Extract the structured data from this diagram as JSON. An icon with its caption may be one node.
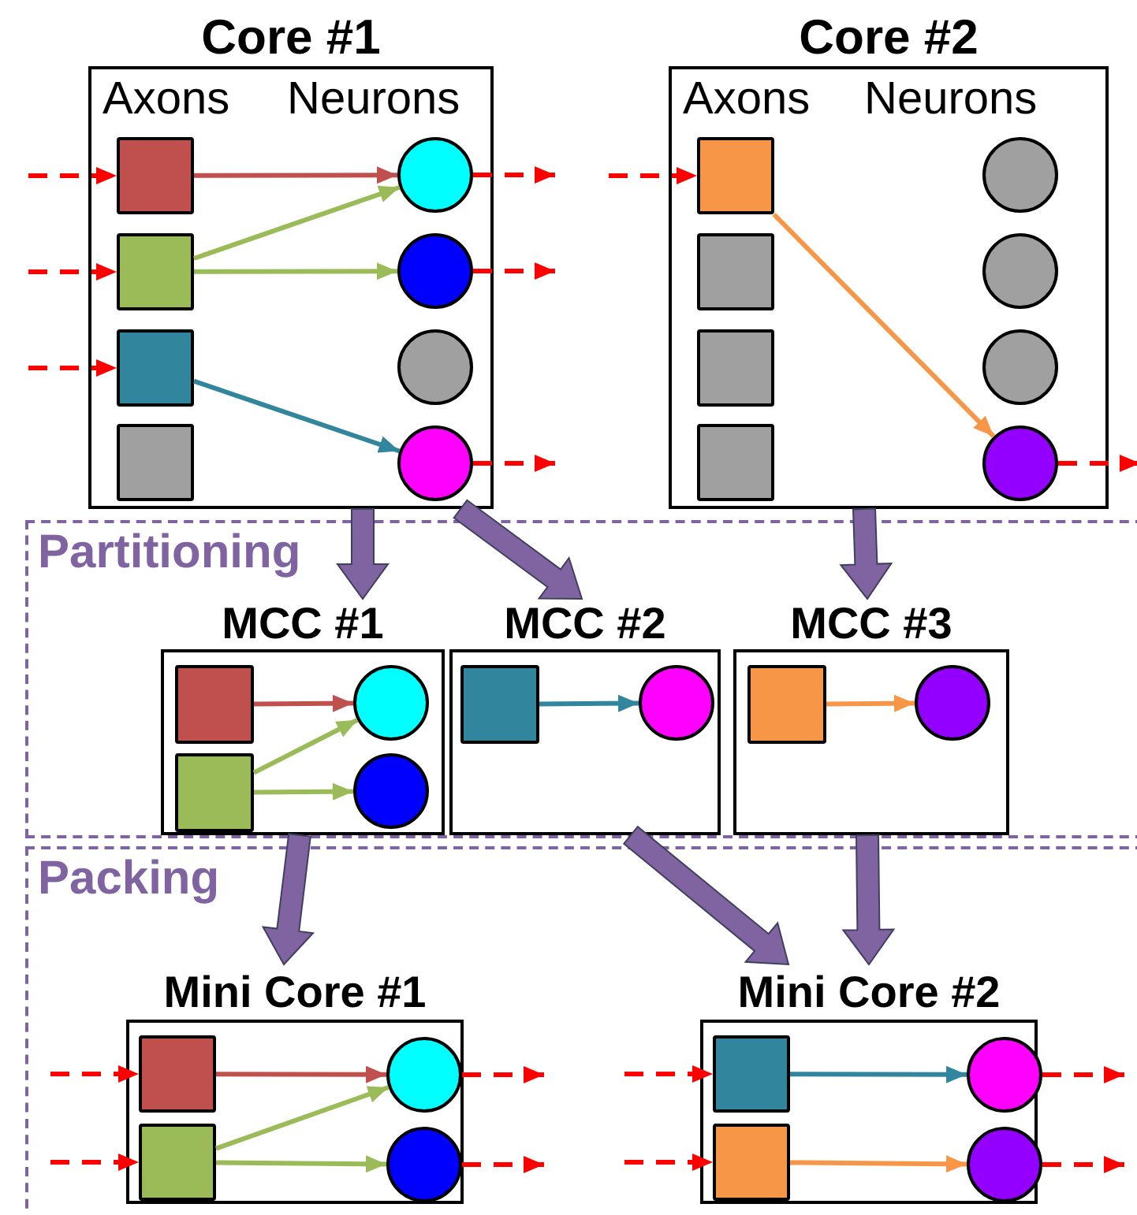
{
  "diagram": {
    "nodes": [
      {
        "text": [
          "Core #1",
          "Axons",
          "Neurons"
        ]
      },
      {
        "text": [],
        "shape": "box",
        "in": 0
      },
      {
        "text": [],
        "shape": "box",
        "in": 0
      },
      {
        "text": [],
        "shape": "box",
        "in": 0
      },
      {
        "text": [],
        "shape": "box",
        "in": 0
      },
      {
        "text": [],
        "shape": "circle",
        "in": 0
      },
      {
        "text": [],
        "shape": "circle",
        "in": 0
      },
      {
        "text": [],
        "shape": "circle",
        "in": 0
      },
      {
        "text": [],
        "shape": "circle",
        "in": 0
      },
      {
        "text": [
          "Core #2",
          "Axons",
          "Neurons"
        ]
      },
      {
        "text": [],
        "shape": "box",
        "in": 9
      },
      {
        "text": [],
        "shape": "box",
        "in": 9
      },
      {
        "text": [],
        "shape": "box",
        "in": 9
      },
      {
        "text": [],
        "shape": "box",
        "in": 9
      },
      {
        "text": [],
        "shape": "circle",
        "in": 9
      },
      {
        "text": [],
        "shape": "circle",
        "in": 9
      },
      {
        "text": [],
        "shape": "circle",
        "in": 9
      },
      {
        "text": [],
        "shape": "circle",
        "in": 9
      },
      {
        "text": [
          "Partitioning"
        ]
      },
      {
        "text": [
          "MCC #1"
        ],
        "in": 18
      },
      {
        "text": [],
        "shape": "box",
        "in": 19
      },
      {
        "text": [],
        "shape": "box",
        "in": 19
      },
      {
        "text": [],
        "shape": "circle",
        "in": 19
      },
      {
        "text": [],
        "shape": "circle",
        "in": 19
      },
      {
        "text": [
          "MCC #2"
        ],
        "in": 18
      },
      {
        "text": [],
        "shape": "box",
        "in": 24
      },
      {
        "text": [],
        "shape": "circle",
        "in": 24
      },
      {
        "text": [
          "MCC #3"
        ],
        "in": 18
      },
      {
        "text": [],
        "shape": "box",
        "in": 27
      },
      {
        "text": [],
        "shape": "circle",
        "in": 27
      },
      {
        "text": [
          "Packing"
        ]
      },
      {
        "text": [
          "Mini Core #1"
        ],
        "in": 30
      },
      {
        "text": [],
        "shape": "box",
        "in": 31
      },
      {
        "text": [],
        "shape": "box",
        "in": 31
      },
      {
        "text": [],
        "shape": "circle",
        "in": 31
      },
      {
        "text": [],
        "shape": "circle",
        "in": 31
      },
      {
        "text": [
          "Mini Core #2"
        ],
        "in": 30
      },
      {
        "text": [],
        "shape": "box",
        "in": 36
      },
      {
        "text": [],
        "shape": "box",
        "in": 36
      },
      {
        "text": [],
        "shape": "circle",
        "in": 36
      },
      {
        "text": [],
        "shape": "circle",
        "in": 36
      }
    ],
    "edges": [
      {
        "from": null,
        "to": 1,
        "arrow": "to",
        "style": "dashed",
        "color": "#ff0000"
      },
      {
        "from": null,
        "to": 2,
        "arrow": "to",
        "style": "dashed",
        "color": "#ff0000"
      },
      {
        "from": null,
        "to": 3,
        "arrow": "to",
        "style": "dashed",
        "color": "#ff0000"
      },
      {
        "from": 1,
        "to": 5,
        "arrow": "to",
        "color": "#c0504d"
      },
      {
        "from": 2,
        "to": 5,
        "arrow": "to",
        "color": "#9bbb59"
      },
      {
        "from": 2,
        "to": 6,
        "arrow": "to",
        "color": "#9bbb59"
      },
      {
        "from": 3,
        "to": 8,
        "arrow": "to",
        "color": "#31859c"
      },
      {
        "from": 5,
        "to": null,
        "arrow": "to",
        "style": "dashed",
        "color": "#ff0000"
      },
      {
        "from": 6,
        "to": null,
        "arrow": "to",
        "style": "dashed",
        "color": "#ff0000"
      },
      {
        "from": 8,
        "to": null,
        "arrow": "to",
        "style": "dashed",
        "color": "#ff0000"
      },
      {
        "from": null,
        "to": 10,
        "arrow": "to",
        "style": "dashed",
        "color": "#ff0000"
      },
      {
        "from": 10,
        "to": 17,
        "arrow": "to",
        "color": "#f79646"
      },
      {
        "from": 17,
        "to": null,
        "arrow": "to",
        "style": "dashed",
        "color": "#ff0000"
      },
      {
        "from": 0,
        "to": 19,
        "arrow": "to",
        "style": "thick",
        "color": "#8064a2"
      },
      {
        "from": 0,
        "to": 24,
        "arrow": "to",
        "style": "thick",
        "color": "#8064a2"
      },
      {
        "from": 9,
        "to": 27,
        "arrow": "to",
        "style": "thick",
        "color": "#8064a2"
      },
      {
        "from": 20,
        "to": 22,
        "arrow": "to",
        "color": "#c0504d"
      },
      {
        "from": 21,
        "to": 22,
        "arrow": "to",
        "color": "#9bbb59"
      },
      {
        "from": 21,
        "to": 23,
        "arrow": "to",
        "color": "#9bbb59"
      },
      {
        "from": 25,
        "to": 26,
        "arrow": "to",
        "color": "#31859c"
      },
      {
        "from": 28,
        "to": 29,
        "arrow": "to",
        "color": "#f79646"
      },
      {
        "from": 19,
        "to": 31,
        "arrow": "to",
        "style": "thick",
        "color": "#8064a2"
      },
      {
        "from": 24,
        "to": 36,
        "arrow": "to",
        "style": "thick",
        "color": "#8064a2"
      },
      {
        "from": 27,
        "to": 36,
        "arrow": "to",
        "style": "thick",
        "color": "#8064a2"
      },
      {
        "from": null,
        "to": 32,
        "arrow": "to",
        "style": "dashed",
        "color": "#ff0000"
      },
      {
        "from": null,
        "to": 33,
        "arrow": "to",
        "style": "dashed",
        "color": "#ff0000"
      },
      {
        "from": 32,
        "to": 34,
        "arrow": "to",
        "color": "#c0504d"
      },
      {
        "from": 33,
        "to": 34,
        "arrow": "to",
        "color": "#9bbb59"
      },
      {
        "from": 33,
        "to": 35,
        "arrow": "to",
        "color": "#9bbb59"
      },
      {
        "from": 34,
        "to": null,
        "arrow": "to",
        "style": "dashed",
        "color": "#ff0000"
      },
      {
        "from": 35,
        "to": null,
        "arrow": "to",
        "style": "dashed",
        "color": "#ff0000"
      },
      {
        "from": null,
        "to": 37,
        "arrow": "to",
        "style": "dashed",
        "color": "#ff0000"
      },
      {
        "from": null,
        "to": 38,
        "arrow": "to",
        "style": "dashed",
        "color": "#ff0000"
      },
      {
        "from": 37,
        "to": 39,
        "arrow": "to",
        "color": "#31859c"
      },
      {
        "from": 38,
        "to": 40,
        "arrow": "to",
        "color": "#f79646"
      },
      {
        "from": 39,
        "to": null,
        "arrow": "to",
        "style": "dashed",
        "color": "#ff0000"
      },
      {
        "from": 40,
        "to": null,
        "arrow": "to",
        "style": "dashed",
        "color": "#ff0000"
      }
    ]
  }
}
